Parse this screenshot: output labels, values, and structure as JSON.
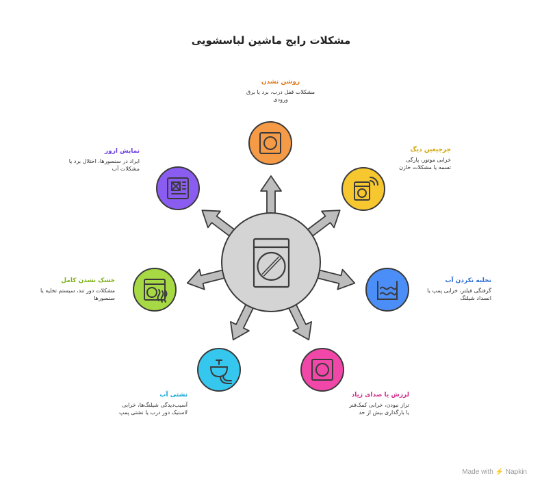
{
  "title": "مشکلات رایج ماشین لباسشویی",
  "colors": {
    "hub_fill": "#d4d4d4",
    "arrow_fill": "#bdbdbd",
    "stroke": "#3a3a3a"
  },
  "nodes": [
    {
      "key": "no_power",
      "heading": "روشن نشدن",
      "description": "مشکلات قفل درب، برد یا برق ورودی",
      "color": "#f59a46",
      "heading_color": "#e07b1c",
      "icon": "door-icon"
    },
    {
      "key": "noise",
      "heading": "جرجیغین دیگ",
      "description": "خرابی موتور، پارگی تسمه یا مشکلات خازن",
      "color": "#f7c72f",
      "heading_color": "#d1a300",
      "icon": "dishwasher-wifi-icon"
    },
    {
      "key": "drain",
      "heading": "تخلیه نکردن آب",
      "description": "گرفتگی فیلتر، خرابی پمپ یا انسداد شیلنگ",
      "color": "#4b8ef7",
      "heading_color": "#2f6fd6",
      "icon": "water-waves-icon"
    },
    {
      "key": "vibration",
      "heading": "لرزش یا صدای زیاد",
      "description": "تراز نبودن، خرابی کمک‌فنر یا بارگذاری بیش از حد",
      "color": "#f047a8",
      "heading_color": "#d12c8c",
      "icon": "door-icon"
    },
    {
      "key": "leak",
      "heading": "نشتی آب",
      "description": "آسیب‌دیدگی شیلنگ‌ها، خرابی لاستیک دور درب یا نشتی پمپ",
      "color": "#36c7ef",
      "heading_color": "#17a6d4",
      "icon": "faucet-pipe-icon"
    },
    {
      "key": "dry",
      "heading": "خشک نشدن کامل",
      "description": "مشکلات دور تند، سیستم تخلیه یا سنسورها",
      "color": "#a6d944",
      "heading_color": "#7fb31c",
      "icon": "dryer-heat-icon"
    },
    {
      "key": "error",
      "heading": "نمایش ارور",
      "description": "ایراد در سنسورها، اختلال برد یا مشکلات آب",
      "color": "#8a5cf0",
      "heading_color": "#6c3fe0",
      "icon": "circuit-board-icon"
    }
  ],
  "brand": "Made with ⚡ Napkin"
}
